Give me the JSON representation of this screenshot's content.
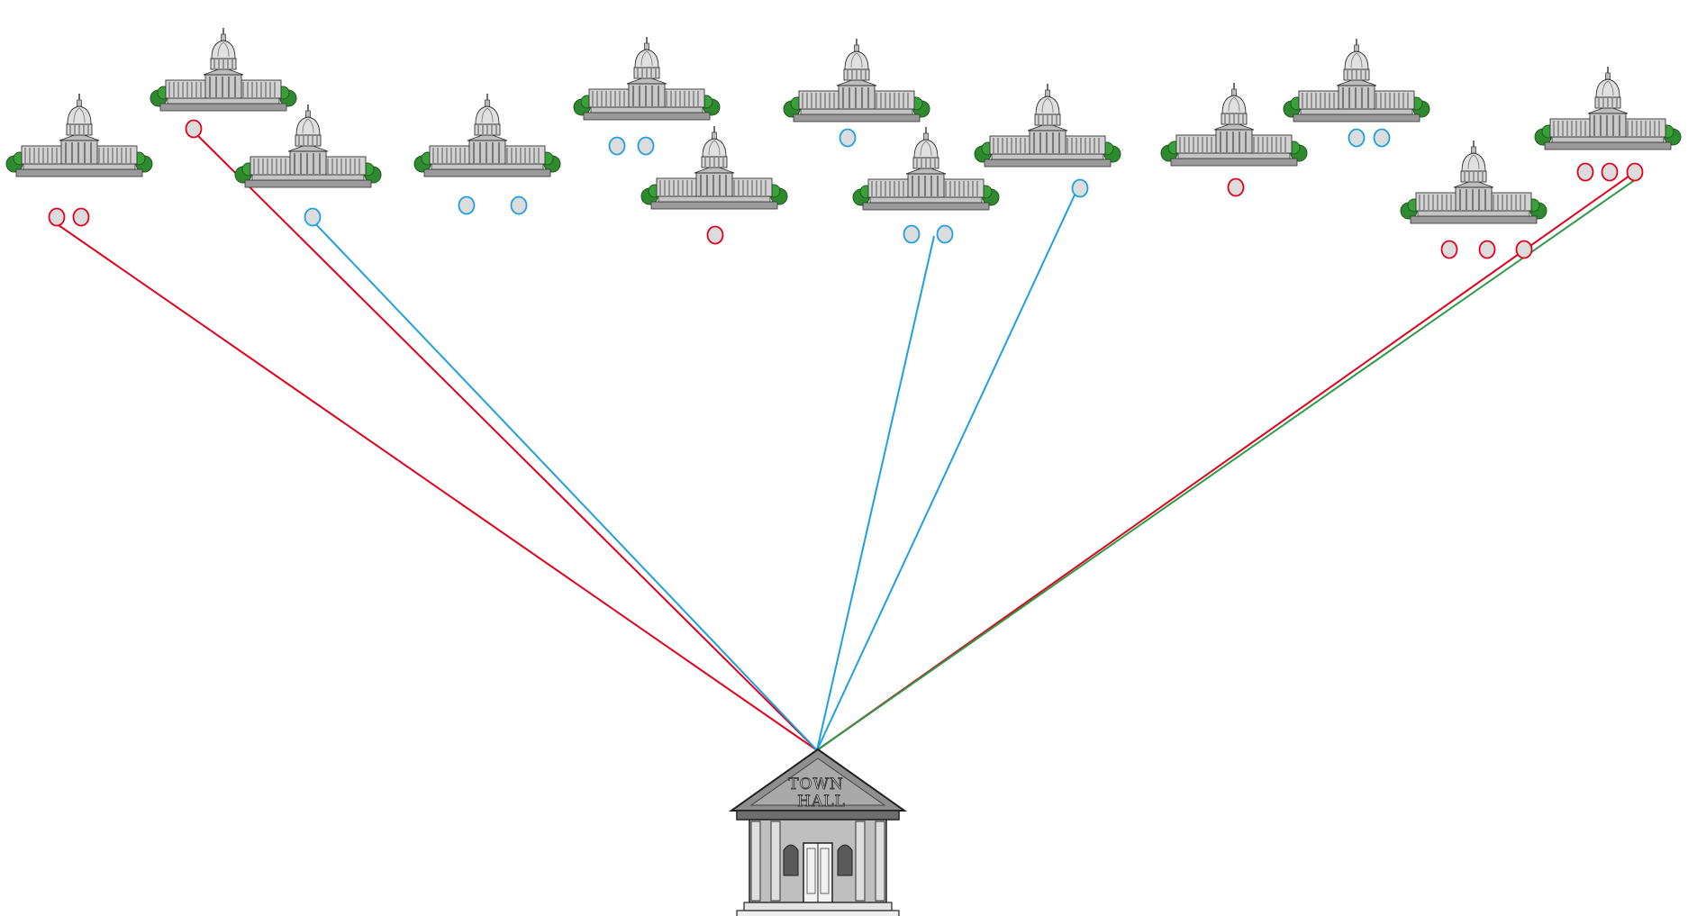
{
  "title": "",
  "colors": {
    "red": "#e3001b",
    "blue": "#1ea0e0",
    "green": "#2e9a48",
    "marker_fill": "#dcdcdc",
    "building_light": "#cfcfcf",
    "building_mid": "#8c8c8c",
    "building_dark": "#3a3a3a",
    "tree": "#2f8a2f"
  },
  "capitol_icon": "capitol-building-icon",
  "town_hall": {
    "icon": "town-hall-icon",
    "sign_line1": "TOWN",
    "sign_line2": "HALL"
  },
  "legislators": [
    {
      "id": "c1",
      "markers": [
        "red",
        "red"
      ]
    },
    {
      "id": "c2",
      "markers": [
        "red"
      ]
    },
    {
      "id": "c3",
      "markers": [
        "blue"
      ]
    },
    {
      "id": "c4",
      "markers": [
        "blue",
        "blue"
      ]
    },
    {
      "id": "c5",
      "markers": [
        "blue",
        "blue"
      ]
    },
    {
      "id": "c6",
      "markers": [
        "red"
      ]
    },
    {
      "id": "c7",
      "markers": [
        "blue"
      ]
    },
    {
      "id": "c8",
      "markers": [
        "blue",
        "blue"
      ]
    },
    {
      "id": "c9",
      "markers": [
        "blue"
      ]
    },
    {
      "id": "c10",
      "markers": [
        "red"
      ]
    },
    {
      "id": "c11",
      "markers": [
        "blue",
        "blue"
      ]
    },
    {
      "id": "c12",
      "markers": [
        "red",
        "red",
        "red"
      ]
    },
    {
      "id": "c13",
      "markers": [
        "red",
        "red",
        "red"
      ]
    }
  ],
  "connections": [
    {
      "from": "c1",
      "color": "red"
    },
    {
      "from": "c2",
      "color": "red"
    },
    {
      "from": "c3",
      "color": "blue"
    },
    {
      "from": "c8",
      "color": "blue"
    },
    {
      "from": "c9",
      "color": "blue"
    },
    {
      "from": "c13",
      "color": "red"
    },
    {
      "from": "c13",
      "color": "green"
    }
  ]
}
